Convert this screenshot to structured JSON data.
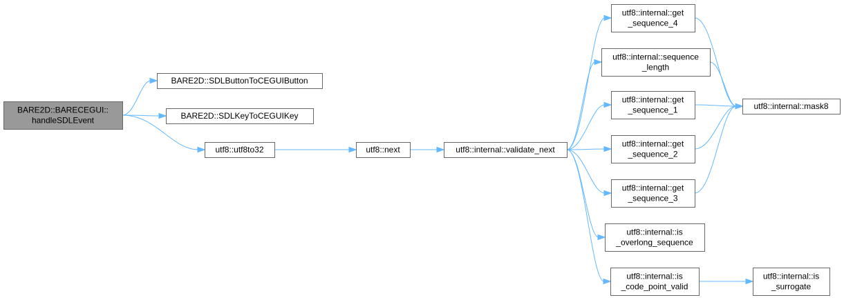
{
  "graph": {
    "nodes": [
      {
        "id": "root",
        "lines": [
          "BARE2D::BARECEGUI::",
          "handleSDLEvent"
        ],
        "root": true
      },
      {
        "id": "sdlbutton",
        "lines": [
          "BARE2D::SDLButtonToCEGUIButton"
        ]
      },
      {
        "id": "sdlkey",
        "lines": [
          "BARE2D::SDLKeyToCEGUIKey"
        ]
      },
      {
        "id": "utf8to32",
        "lines": [
          "utf8::utf8to32"
        ]
      },
      {
        "id": "next",
        "lines": [
          "utf8::next"
        ]
      },
      {
        "id": "validate_next",
        "lines": [
          "utf8::internal::validate_next"
        ]
      },
      {
        "id": "get_seq4",
        "lines": [
          "utf8::internal::get",
          "_sequence_4"
        ]
      },
      {
        "id": "seq_len",
        "lines": [
          "utf8::internal::sequence",
          "_length"
        ]
      },
      {
        "id": "get_seq1",
        "lines": [
          "utf8::internal::get",
          "_sequence_1"
        ]
      },
      {
        "id": "get_seq2",
        "lines": [
          "utf8::internal::get",
          "_sequence_2"
        ]
      },
      {
        "id": "get_seq3",
        "lines": [
          "utf8::internal::get",
          "_sequence_3"
        ]
      },
      {
        "id": "is_overlong",
        "lines": [
          "utf8::internal::is",
          "_overlong_sequence"
        ]
      },
      {
        "id": "is_cp_valid",
        "lines": [
          "utf8::internal::is",
          "_code_point_valid"
        ]
      },
      {
        "id": "mask8",
        "lines": [
          "utf8::internal::mask8"
        ]
      },
      {
        "id": "is_surrogate",
        "lines": [
          "utf8::internal::is",
          "_surrogate"
        ]
      }
    ],
    "edges": [
      {
        "from": "root",
        "to": "sdlbutton"
      },
      {
        "from": "root",
        "to": "sdlkey"
      },
      {
        "from": "root",
        "to": "utf8to32"
      },
      {
        "from": "utf8to32",
        "to": "next"
      },
      {
        "from": "next",
        "to": "validate_next"
      },
      {
        "from": "validate_next",
        "to": "get_seq4"
      },
      {
        "from": "validate_next",
        "to": "seq_len"
      },
      {
        "from": "validate_next",
        "to": "get_seq1"
      },
      {
        "from": "validate_next",
        "to": "get_seq2"
      },
      {
        "from": "validate_next",
        "to": "get_seq3"
      },
      {
        "from": "validate_next",
        "to": "is_overlong"
      },
      {
        "from": "validate_next",
        "to": "is_cp_valid"
      },
      {
        "from": "get_seq4",
        "to": "mask8"
      },
      {
        "from": "seq_len",
        "to": "mask8"
      },
      {
        "from": "get_seq1",
        "to": "mask8"
      },
      {
        "from": "get_seq2",
        "to": "mask8"
      },
      {
        "from": "get_seq3",
        "to": "mask8"
      },
      {
        "from": "is_cp_valid",
        "to": "is_surrogate"
      }
    ],
    "colors": {
      "edge": "#63b8ff",
      "node_border": "#666666",
      "root_fill": "#999999",
      "node_fill": "#ffffff"
    }
  }
}
